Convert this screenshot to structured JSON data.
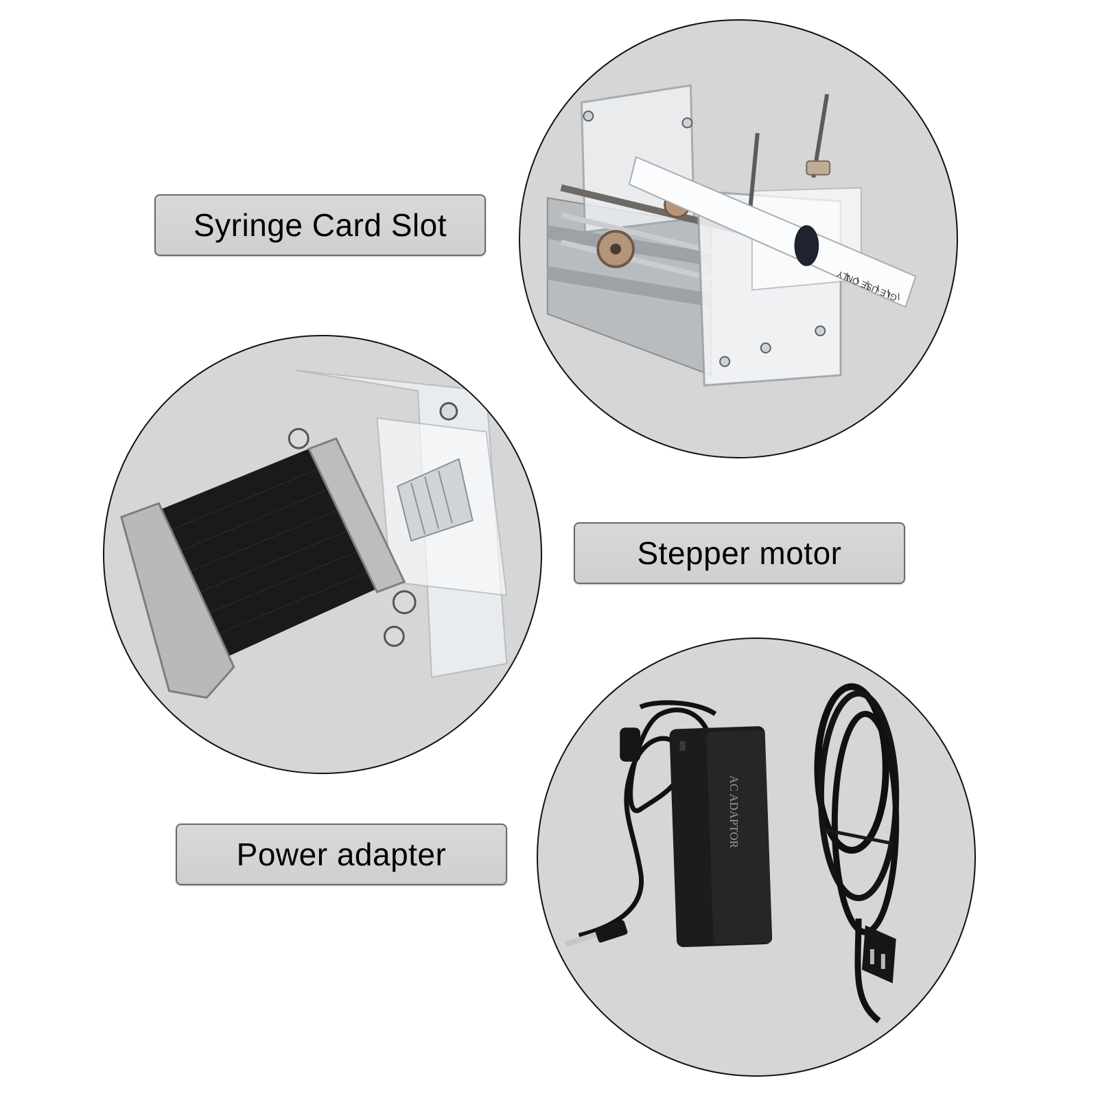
{
  "labels": {
    "syringe_card_slot": "Syringe Card Slot",
    "stepper_motor": "Stepper motor",
    "power_adapter": "Power adapter"
  },
  "photos": {
    "syringe_pump_scale_text": "GLE USE ONLY",
    "adapter_text": "AC ADAPTOR"
  },
  "colors": {
    "label_bg": "#d3d3d3",
    "circle_bg": "#d6d6d6"
  }
}
